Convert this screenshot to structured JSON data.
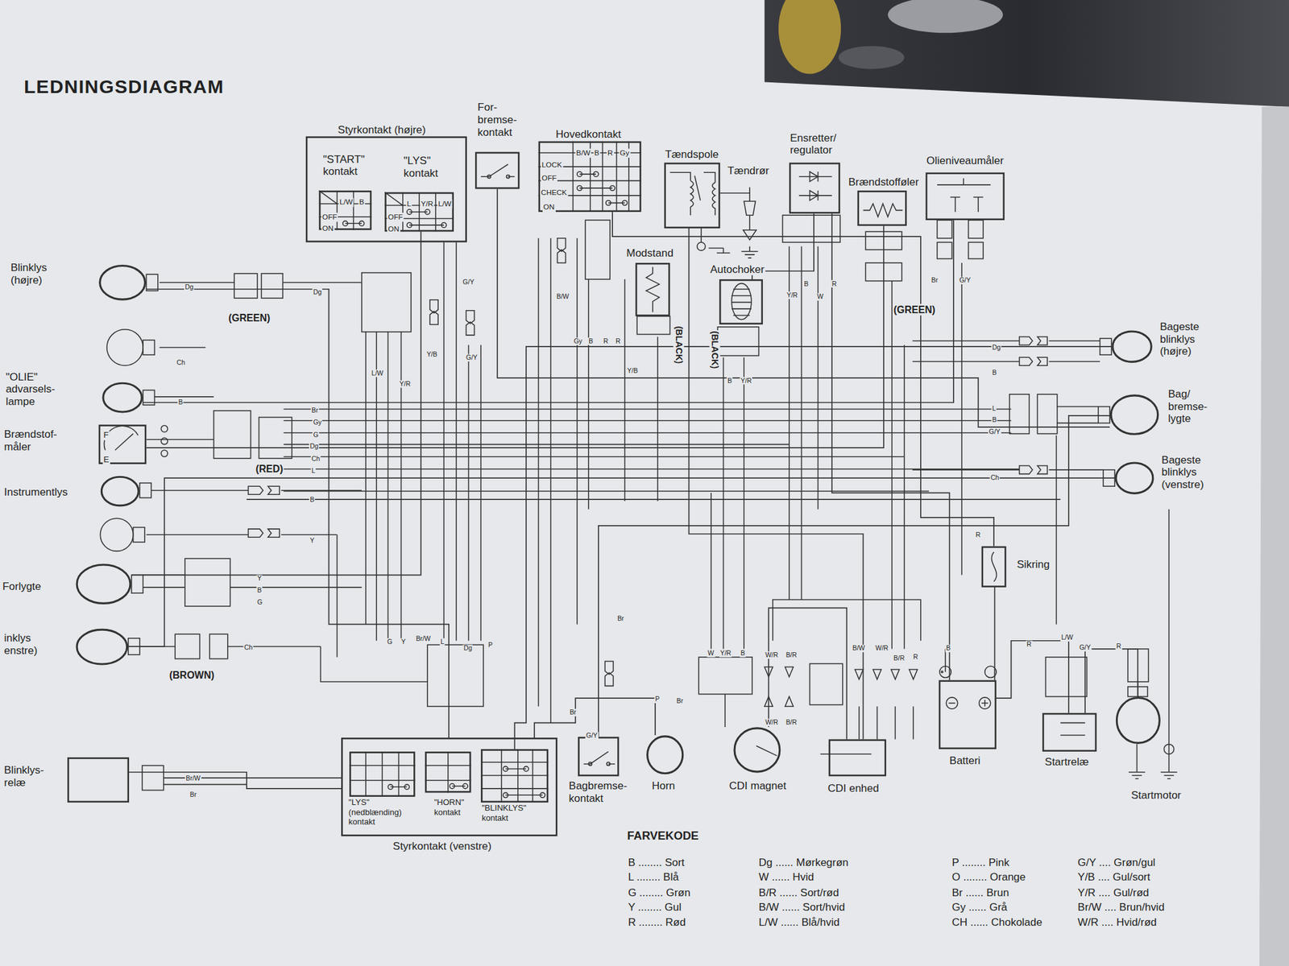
{
  "diagram": {
    "title": "LEDNINGSDIAGRAM",
    "nodes": [
      {
        "text": [
          "Styrkontakt (højre)"
        ]
      },
      {
        "text": [
          "\"START\" kontakt"
        ],
        "in": 0
      },
      {
        "text": [
          "\"LYS\" kontakt"
        ],
        "in": 0
      },
      {
        "text": [
          "For- bremse- kontakt"
        ]
      },
      {
        "text": [
          "Hovedkontakt"
        ]
      },
      {
        "text": [
          "Tændspole"
        ]
      },
      {
        "text": [
          "Ensretter/ regulator"
        ]
      },
      {
        "text": [
          "Brændstofføler"
        ]
      },
      {
        "text": [
          "Olieniveaumåler"
        ]
      },
      {
        "text": [
          "Modstand"
        ]
      },
      {
        "text": [
          "Autochoker"
        ]
      },
      {
        "text": [
          "Blinklys (højre)"
        ]
      },
      {
        "text": [
          "\"OLIE\" advarsels- lampe"
        ]
      },
      {
        "text": [
          "Brændstof- måler",
          "F",
          "E"
        ]
      },
      {
        "text": [
          "Instrumentlys"
        ]
      },
      {
        "text": [
          "Forlygte"
        ]
      },
      {
        "text": [
          "inklys enstre)"
        ]
      },
      {
        "text": [
          "Blinklys- relæ"
        ]
      },
      {
        "text": [
          "Styrkontakt (venstre)"
        ]
      },
      {
        "text": [
          "\"LYS\" (nedblænding) kontakt"
        ],
        "in": 18
      },
      {
        "text": [
          "\"HORN\" kontakt"
        ],
        "in": 18
      },
      {
        "text": [
          "\"BLINKLYS\" kontakt"
        ],
        "in": 18
      },
      {
        "text": [
          "Bagbremse- kontakt"
        ]
      },
      {
        "text": [
          "Horn"
        ]
      },
      {
        "text": [
          "CDI magnet"
        ]
      },
      {
        "text": [
          "CDI enhed"
        ]
      },
      {
        "text": [
          "Batteri"
        ]
      },
      {
        "text": [
          "Startrelæ"
        ]
      },
      {
        "text": [
          "Startmotor"
        ]
      },
      {
        "text": [
          "Sikring"
        ]
      },
      {
        "text": [
          "Bageste blinklys (højre)"
        ]
      },
      {
        "text": [
          "Bag/ bremse- lygte"
        ]
      },
      {
        "text": [
          "Bageste blinklys (venstre)"
        ]
      }
    ],
    "edges": [
      {
        "from": 11,
        "to": 18,
        "arrow": "none"
      },
      {
        "from": 17,
        "to": 18,
        "arrow": "none"
      },
      {
        "from": 22,
        "to": 31,
        "arrow": "none"
      },
      {
        "from": 3,
        "to": 31,
        "arrow": "none"
      },
      {
        "from": 26,
        "to": 29,
        "arrow": "none"
      },
      {
        "from": 29,
        "to": 4,
        "arrow": "none"
      },
      {
        "from": 26,
        "to": 27,
        "arrow": "none"
      },
      {
        "from": 27,
        "to": 28,
        "arrow": "none"
      },
      {
        "from": 23,
        "to": 18,
        "arrow": "none"
      },
      {
        "from": 24,
        "to": 25,
        "arrow": "none"
      },
      {
        "from": 5,
        "to": 25,
        "arrow": "none"
      },
      {
        "from": 6,
        "to": 26,
        "arrow": "none"
      },
      {
        "from": 7,
        "to": 13,
        "arrow": "none"
      },
      {
        "from": 8,
        "to": 12,
        "arrow": "none"
      },
      {
        "from": 2,
        "to": 15,
        "arrow": "none"
      },
      {
        "from": 10,
        "to": 6,
        "arrow": "none"
      },
      {
        "from": 30,
        "to": 21,
        "arrow": "none"
      },
      {
        "from": 32,
        "to": 16,
        "arrow": "none"
      }
    ],
    "labels": [
      "OFF",
      "ON",
      "L/W",
      "B",
      "OFF",
      "ON",
      "L",
      "Y/R",
      "L/W",
      "B/W",
      "B",
      "R",
      "Gy",
      "LOCK",
      "OFF",
      "CHECK",
      "ON",
      "(GREEN)",
      "(RED)",
      "(BROWN)",
      "(GREEN)",
      "(BLACK)",
      "(BLACK)",
      "Tændrør",
      "Dg",
      "Dg",
      "Ch",
      "B",
      "Br",
      "Gy",
      "G",
      "Dg",
      "Ch",
      "L",
      "B",
      "Y",
      "Y",
      "B",
      "G",
      "Ch",
      "Br/W",
      "Br",
      "L/W",
      "Y/R",
      "Y/B",
      "G/Y",
      "G/Y",
      "G",
      "Y",
      "Br/W",
      "L",
      "Dg",
      "P",
      "Gy",
      "B",
      "R",
      "R",
      "B/W",
      "Y/B",
      "B",
      "Y/R",
      "Y/R",
      "B",
      "W",
      "R",
      "Br",
      "G/Y",
      "Dg",
      "B",
      "L",
      "B",
      "G/Y",
      "Ch",
      "R",
      "P",
      "Br",
      "Br",
      "G/Y",
      "Br",
      "W",
      "Y/R",
      "B",
      "W/R",
      "B/R",
      "W/R",
      "B/R",
      "B/W",
      "W/R",
      "B/R",
      "R",
      "B",
      "R",
      "L/W",
      "G/Y",
      "R",
      "FARVEKODE"
    ],
    "legend": [
      {
        "text": "B ........ Sort"
      },
      {
        "text": "L ........ Blå"
      },
      {
        "text": "G ........ Grøn"
      },
      {
        "text": "Y ........ Gul"
      },
      {
        "text": "R ........ Rød"
      },
      {
        "text": "Dg ...... Mørkegrøn"
      },
      {
        "text": "W ...... Hvid"
      },
      {
        "text": "B/R ...... Sort/rød"
      },
      {
        "text": "B/W ...... Sort/hvid"
      },
      {
        "text": "L/W ...... Blå/hvid"
      },
      {
        "text": "P ........ Pink"
      },
      {
        "text": "O ........ Orange"
      },
      {
        "text": "Br ...... Brun"
      },
      {
        "text": "Gy ...... Grå"
      },
      {
        "text": "CH ...... Chokolade"
      },
      {
        "text": "G/Y .... Grøn/gul"
      },
      {
        "text": "Y/B .... Gul/sort"
      },
      {
        "text": "Y/R .... Gul/rød"
      },
      {
        "text": "Br/W .... Brun/hvid"
      },
      {
        "text": "W/R .... Hvid/rød"
      }
    ]
  }
}
